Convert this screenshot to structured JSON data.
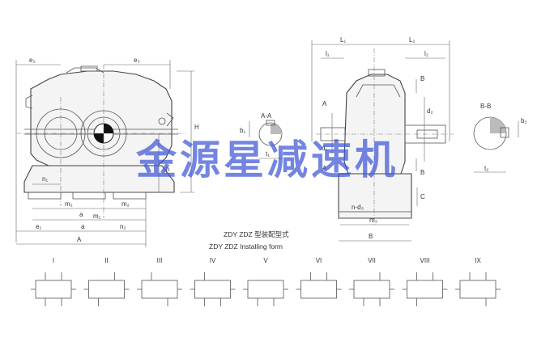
{
  "front_view": {
    "labels": {
      "e2": "e₂",
      "e3": "e₃",
      "H": "H",
      "h": "h",
      "n1": "n₁",
      "m2_left": "m₂",
      "m2_right": "m₂",
      "m1": "m₁",
      "a1": "a",
      "e1": "e₁",
      "a2": "a",
      "n2": "n₂",
      "A": "A"
    }
  },
  "section_aa": {
    "title": "A-A",
    "b1": "b₁",
    "t1": "t₁"
  },
  "side_view": {
    "labels": {
      "L1": "L₁",
      "L2": "L₂",
      "l1": "l₁",
      "l2": "l₂",
      "A_top": "A",
      "A_bottom": "A",
      "d1": "d₁",
      "d2": "d₂",
      "B_top": "B",
      "B_bottom": "B",
      "C": "C",
      "n_d3": "n-d₃",
      "m3": "m₃",
      "B_width": "B"
    }
  },
  "section_bb": {
    "title": "B-B",
    "b2": "b₂",
    "t2": "t₂"
  },
  "caption": {
    "line1": "ZDY ZDZ 型装配型式",
    "line2": "ZDY ZDZ Installing form"
  },
  "installing_forms": [
    "I",
    "II",
    "III",
    "IV",
    "V",
    "VI",
    "VII",
    "VIII",
    "IX"
  ],
  "watermark": "金源星减速机",
  "colors": {
    "watermark": "#3e56d6",
    "line": "#444444"
  }
}
